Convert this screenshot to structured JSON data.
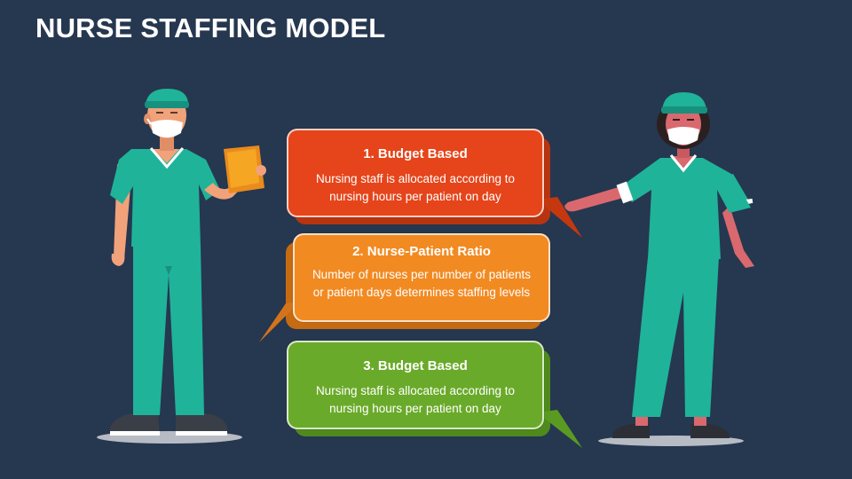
{
  "slide": {
    "title": "NURSE STAFFING MODEL"
  },
  "colors": {
    "background": "#263750",
    "budget_based_red": "#e6441a",
    "nurse_patient_orange": "#f28a22",
    "budget_based_green": "#6aaa2a",
    "scrubs": "#1fb39a"
  },
  "bubbles": [
    {
      "heading": "1. Budget Based",
      "text": "Nursing staff is allocated according to nursing hours per patient on day"
    },
    {
      "heading": "2. Nurse-Patient Ratio",
      "text": "Number of nurses per number of patients or patient days determines staffing levels"
    },
    {
      "heading": "3. Budget Based",
      "text": "Nursing staff is allocated according to nursing hours per patient on day"
    }
  ],
  "figures": {
    "left": "male-nurse-with-clipboard",
    "right": "female-nurse-pointing"
  }
}
